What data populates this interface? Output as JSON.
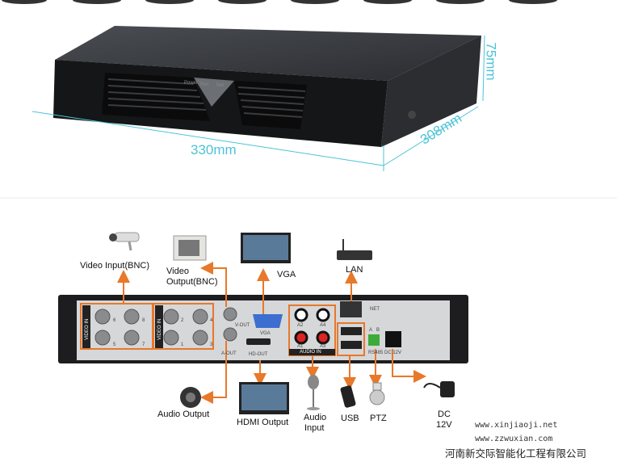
{
  "dimensions": {
    "width": "330mm",
    "depth": "308mm",
    "height": "75mm"
  },
  "front_panel": {
    "led_labels": [
      "Power",
      "Rec",
      "Net"
    ]
  },
  "connections": {
    "video_input": "Video Input(BNC)",
    "video_output_line1": "Video",
    "video_output_line2": "Output(BNC)",
    "vga": "VGA",
    "lan": "LAN",
    "audio_output": "Audio Output",
    "hdmi_output": "HDMI Output",
    "audio_input_line1": "Audio",
    "audio_input_line2": "Input",
    "usb": "USB",
    "ptz": "PTZ",
    "dc_line1": "DC",
    "dc_line2": "12V"
  },
  "rear_panel": {
    "video_in": "VIDEO IN",
    "ports_group1": [
      "6",
      "8",
      "5",
      "7"
    ],
    "ports_group2": [
      "2",
      "4",
      "1",
      "3"
    ],
    "v_out": "V-OUT",
    "a_out": "A-OUT",
    "vga": "VGA",
    "hd_out": "HD-OUT",
    "audio_ports": [
      "A2",
      "A4",
      "A1",
      "A3"
    ],
    "audio_in": "AUDIO IN",
    "net": "NET",
    "rs485_ab": [
      "A",
      "B"
    ],
    "power_label": "RS485 DC 12V"
  },
  "watermark": {
    "url1": "www.xinjiaoji.net",
    "url2": "www.zzwuxian.com",
    "company": "河南新交际智能化工程有限公司"
  },
  "colors": {
    "accent": "#e8782a",
    "dimension": "#4cc3d6"
  }
}
